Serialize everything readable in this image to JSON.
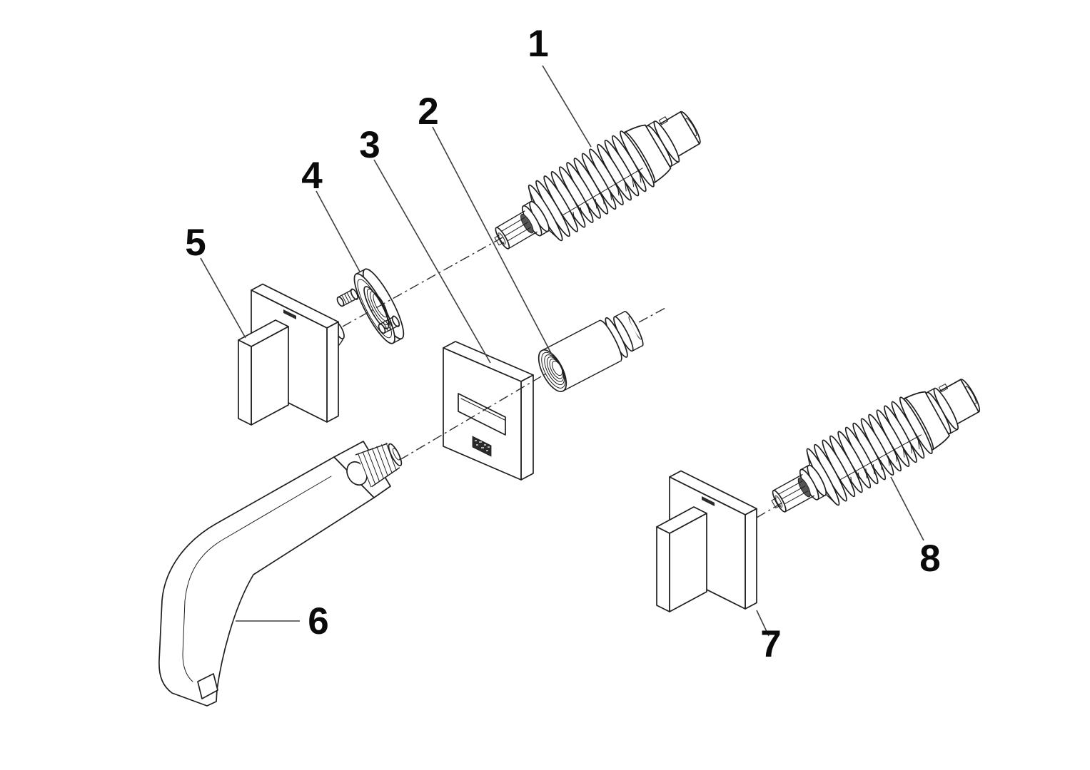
{
  "diagram": {
    "background": "#ffffff",
    "line_color": "#1f1f1f",
    "leader_color": "#3f3f3f",
    "centerline_color": "#2e2e2e",
    "label_color": "#0a0a0a",
    "callouts": [
      {
        "label": "1"
      },
      {
        "label": "2"
      },
      {
        "label": "3"
      },
      {
        "label": "4"
      },
      {
        "label": "5"
      },
      {
        "label": "6"
      },
      {
        "label": "7"
      },
      {
        "label": "8"
      }
    ]
  }
}
